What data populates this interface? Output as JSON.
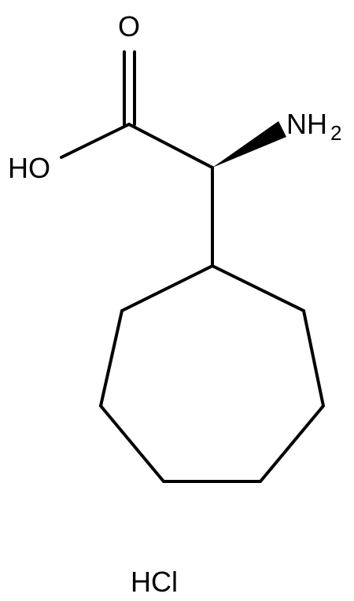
{
  "molecule": {
    "atoms": {
      "oxygen": "O",
      "hydroxyl": "HO",
      "amine": "NH",
      "amine_subscript": "2"
    },
    "salt": "HCl"
  },
  "colors": {
    "ink": "#000000",
    "background": "#ffffff"
  }
}
